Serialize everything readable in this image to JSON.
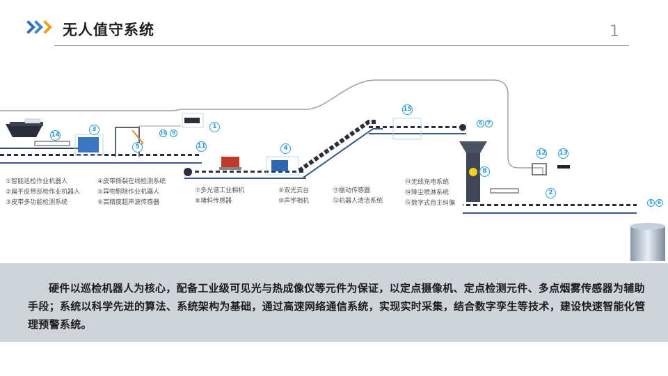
{
  "header": {
    "title": "无人值守系统",
    "page_number": "1",
    "colors": {
      "chevron_primary": "#2f6fb6",
      "chevron_accent": "#f0a020"
    }
  },
  "legend": {
    "col1": [
      "①智能巡检作业机器人",
      "②扁平皮带巡检作业机器人",
      "③皮带多功能检测系统"
    ],
    "col2": [
      "④皮带撕裂在线检测系统",
      "⑤异物剔除作业机器人",
      "⑥高精度超声波传感器"
    ],
    "col3": [
      "⑦多光谱工业相机",
      "⑧堵料传感器"
    ],
    "col4": [
      "⑨双光云台",
      "⑩声学相机"
    ],
    "col5": [
      "⑪振动传感器",
      "⑫机器人清洁系统"
    ],
    "col6": [
      "⑬无线充电系统",
      "⑭降尘喷淋系统",
      "⑮数字式自主纠偏"
    ]
  },
  "callouts": {
    "c1": "1",
    "c2": "2",
    "c3": "3",
    "c4": "4",
    "c5": "5",
    "c8": "8",
    "c10": "10",
    "c9": "9",
    "c11": "11",
    "c12": "12",
    "c13": "13",
    "c14": "14",
    "c15": "15",
    "c6": "6",
    "c7": "7",
    "c5b": "5",
    "c6b": "6"
  },
  "description": "硬件以巡检机器人为核心，配备工业级可见光与热成像仪等元件为保证，以定点摄像机、定点检测元件、多点烟雾传感器为辅助手段；系统以科学先进的算法、系统架构为基础，通过高速网络通信系统，实现实时采集，结合数字孪生等技术，建设快速智能化管理预警系统。"
}
